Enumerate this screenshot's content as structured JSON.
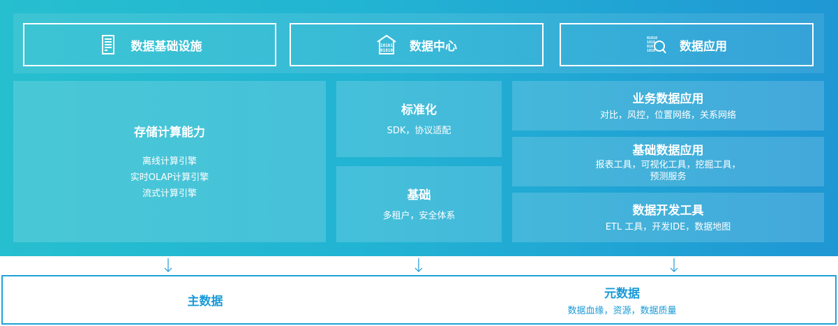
{
  "header": {
    "infrastructure": "数据基础设施",
    "data_center": "数据中心",
    "data_application": "数据应用"
  },
  "storage": {
    "title": "存储计算能力",
    "items": [
      "离线计算引擎",
      "实时OLAP计算引擎",
      "流式计算引擎"
    ]
  },
  "standardization": {
    "title": "标准化",
    "desc": "SDK，协议适配"
  },
  "foundation": {
    "title": "基础",
    "desc": "多租户，安全体系"
  },
  "business_app": {
    "title": "业务数据应用",
    "desc": "对比，风控，位置网络，关系网络"
  },
  "basic_app": {
    "title": "基础数据应用",
    "desc_line1": "报表工具，可视化工具，挖掘工具，",
    "desc_line2": "预测服务"
  },
  "dev_tools": {
    "title": "数据开发工具",
    "desc": "ETL 工具，开发IDE，数据地图"
  },
  "bottom": {
    "master_data": "主数据",
    "metadata_title": "元数据",
    "metadata_desc": "数据血缘，资源，数据质量"
  },
  "colors": {
    "gradient_start": "#26bfcf",
    "gradient_end": "#1f97d4",
    "accent": "#1a9ad6"
  },
  "icons": [
    "server-icon",
    "warehouse-binary-icon",
    "binary-search-icon",
    "down-arrow-icon"
  ]
}
